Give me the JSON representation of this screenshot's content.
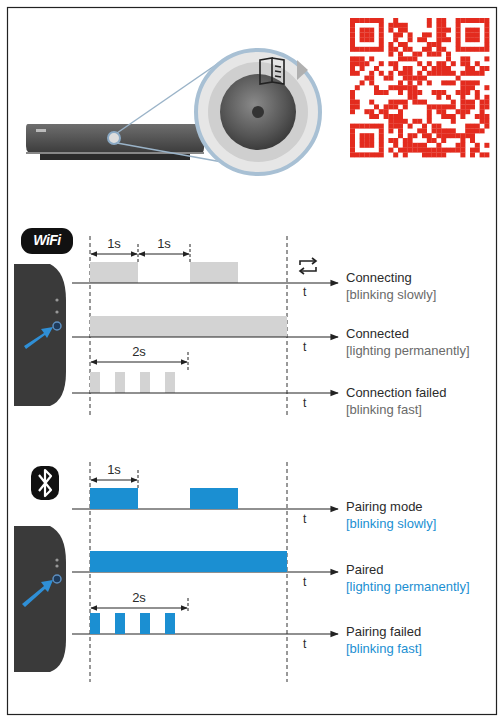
{
  "diagram": {
    "labels": [
      "WiFi",
      "1s",
      "1s",
      "t",
      "Connecting",
      "[blinking slowly]",
      "t",
      "Connected",
      "[lighting permanently]",
      "2s",
      "t",
      "Connection failed",
      "[blinking fast]",
      "1s",
      "t",
      "Pairing mode",
      "[blinking slowly]",
      "t",
      "Paired",
      "[lighting permanently]",
      "2s",
      "t",
      "Pairing failed",
      "[blinking fast]"
    ]
  }
}
